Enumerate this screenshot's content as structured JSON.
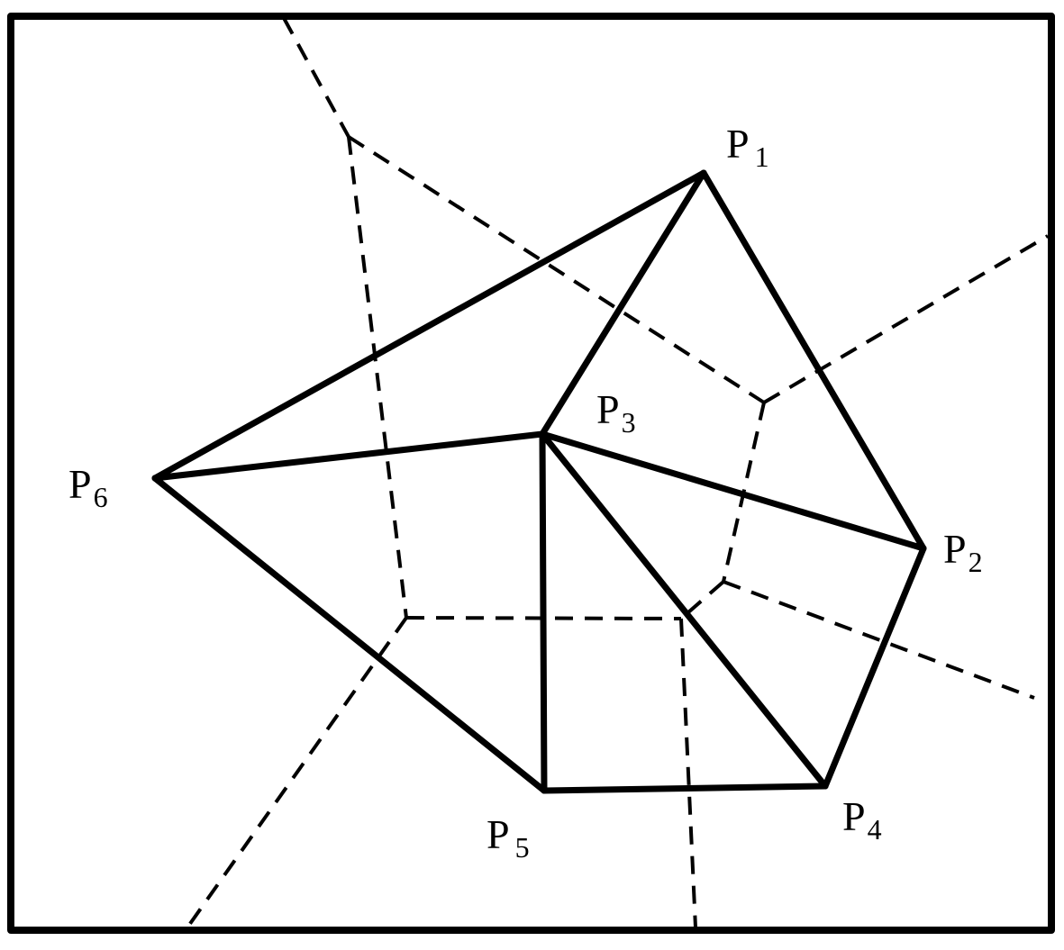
{
  "points": [
    {
      "id": "P1",
      "base": "P",
      "sub": "1"
    },
    {
      "id": "P2",
      "base": "P",
      "sub": "2"
    },
    {
      "id": "P3",
      "base": "P",
      "sub": "3"
    },
    {
      "id": "P4",
      "base": "P",
      "sub": "4"
    },
    {
      "id": "P5",
      "base": "P",
      "sub": "5"
    },
    {
      "id": "P6",
      "base": "P",
      "sub": "6"
    }
  ],
  "triangulation_edges": [
    [
      "P1",
      "P6"
    ],
    [
      "P1",
      "P3"
    ],
    [
      "P1",
      "P2"
    ],
    [
      "P3",
      "P6"
    ],
    [
      "P3",
      "P2"
    ],
    [
      "P3",
      "P4"
    ],
    [
      "P3",
      "P5"
    ],
    [
      "P2",
      "P4"
    ],
    [
      "P4",
      "P5"
    ],
    [
      "P5",
      "P6"
    ]
  ],
  "style": {
    "line_color": "#000000",
    "background": "#ffffff"
  }
}
